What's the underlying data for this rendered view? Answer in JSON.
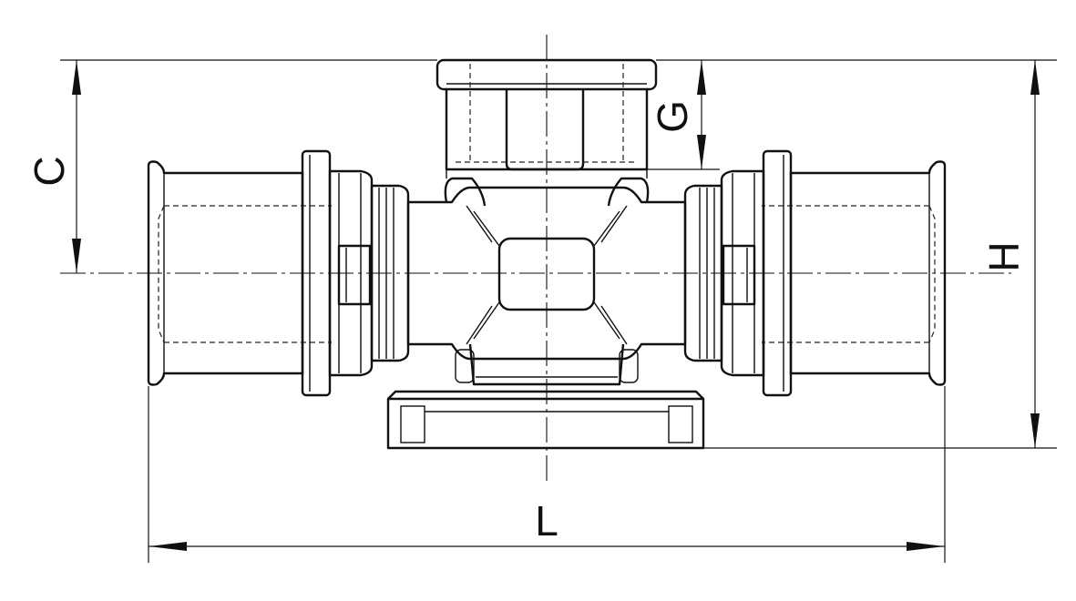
{
  "dimension_labels": {
    "c": "C",
    "g": "G",
    "h": "H",
    "l": "L"
  }
}
